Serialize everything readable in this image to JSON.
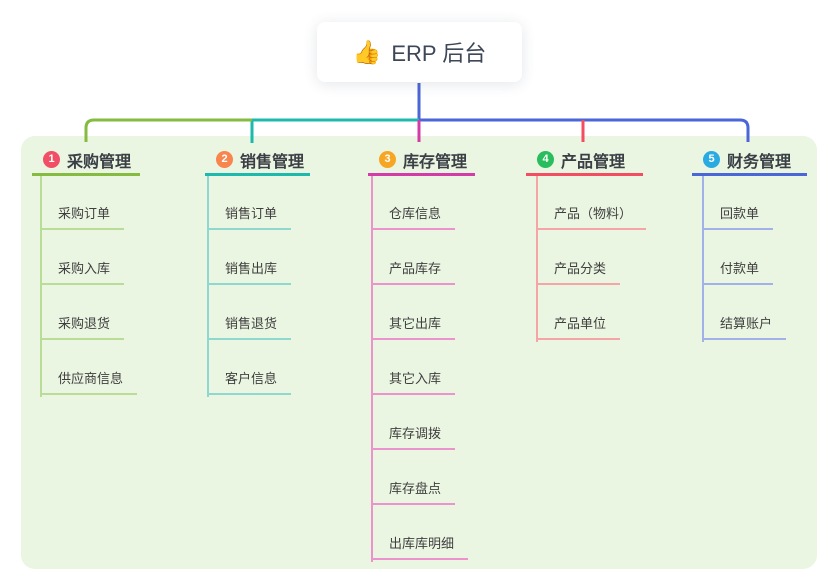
{
  "root": {
    "icon": "👍",
    "title": "ERP 后台"
  },
  "panel": {
    "bg": "#eaf5e2"
  },
  "branches": [
    {
      "badge": "1",
      "label": "采购管理",
      "badge_color": "#f04f66",
      "line_color": "#85bb40",
      "light_color": "#b9dc96",
      "children": [
        "采购订单",
        "采购入库",
        "采购退货",
        "供应商信息"
      ]
    },
    {
      "badge": "2",
      "label": "销售管理",
      "badge_color": "#f8854e",
      "line_color": "#1eb9ad",
      "light_color": "#8fd8cf",
      "children": [
        "销售订单",
        "销售出库",
        "销售退货",
        "客户信息"
      ]
    },
    {
      "badge": "3",
      "label": "库存管理",
      "badge_color": "#f7a623",
      "line_color": "#d33ba8",
      "light_color": "#ec92cd",
      "children": [
        "仓库信息",
        "产品库存",
        "其它出库",
        "其它入库",
        "库存调拨",
        "库存盘点",
        "出库库明细"
      ]
    },
    {
      "badge": "4",
      "label": "产品管理",
      "badge_color": "#2abd5e",
      "line_color": "#f34d61",
      "light_color": "#f5a5a5",
      "children": [
        "产品（物料）",
        "产品分类",
        "产品单位"
      ]
    },
    {
      "badge": "5",
      "label": "财务管理",
      "badge_color": "#29abe2",
      "line_color": "#4a66d8",
      "light_color": "#a2b2e9",
      "children": [
        "回款单",
        "付款单",
        "结算账户"
      ]
    }
  ]
}
